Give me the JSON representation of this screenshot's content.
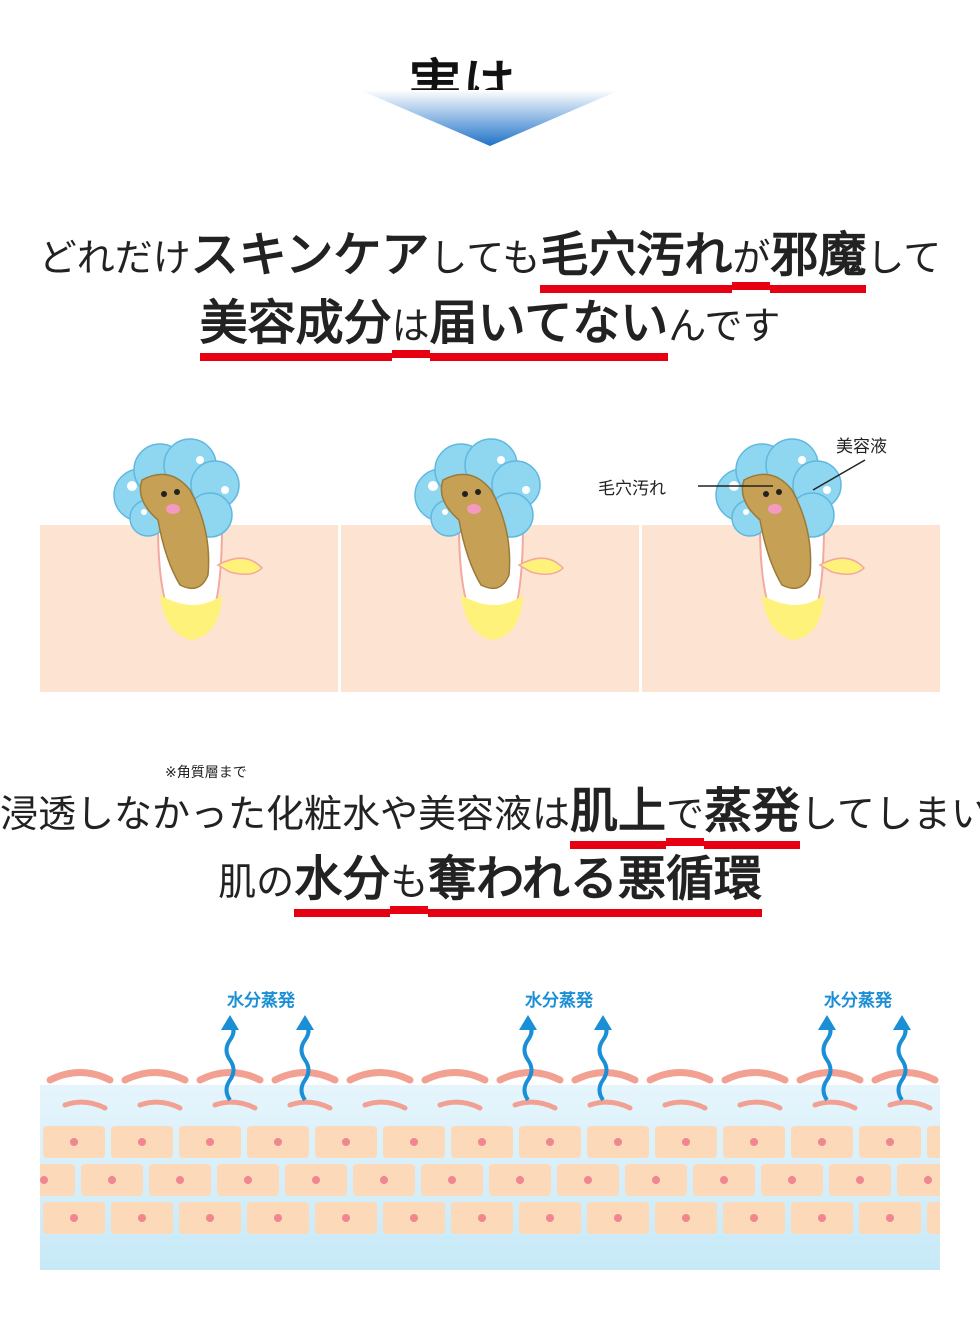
{
  "hero": {
    "title": "実は…"
  },
  "section1": {
    "line1": [
      {
        "text": "どれだけ",
        "style": "small",
        "underline": false
      },
      {
        "text": "スキンケア",
        "style": "big",
        "underline": false
      },
      {
        "text": "しても",
        "style": "small",
        "underline": false
      },
      {
        "text": "毛穴汚れ",
        "style": "big",
        "underline": true
      },
      {
        "text": "が",
        "style": "small",
        "underline": true
      },
      {
        "text": "邪魔",
        "style": "big",
        "underline": true
      },
      {
        "text": "して",
        "style": "small",
        "underline": false
      }
    ],
    "line2": [
      {
        "text": "美容成分",
        "style": "big",
        "underline": true
      },
      {
        "text": "は",
        "style": "small",
        "underline": true
      },
      {
        "text": "届いてない",
        "style": "big",
        "underline": true
      },
      {
        "text": "んです",
        "style": "small",
        "underline": false
      }
    ]
  },
  "pore_labels": {
    "dirt": "毛穴汚れ",
    "serum": "美容液"
  },
  "section2": {
    "note": "※角質層まで",
    "line1": [
      {
        "text": "浸透しなかった化粧水や美容液は",
        "style": "small",
        "underline": false
      },
      {
        "text": "肌上",
        "style": "big",
        "underline": true
      },
      {
        "text": "で",
        "style": "small",
        "underline": true
      },
      {
        "text": "蒸発",
        "style": "big",
        "underline": true
      },
      {
        "text": "してしまい",
        "style": "small",
        "underline": false
      }
    ],
    "line2": [
      {
        "text": "肌の",
        "style": "small",
        "underline": false
      },
      {
        "text": "水分",
        "style": "big",
        "underline": true
      },
      {
        "text": "も",
        "style": "small",
        "underline": true
      },
      {
        "text": "奪われる悪循環",
        "style": "big",
        "underline": true
      }
    ]
  },
  "evap_labels": [
    "水分蒸発",
    "水分蒸発",
    "水分蒸発"
  ],
  "colors": {
    "accent_red": "#e60012",
    "arrow_blue": "#1a8fd6",
    "skin": "#fde3d2",
    "dirt": "#c6a055"
  }
}
